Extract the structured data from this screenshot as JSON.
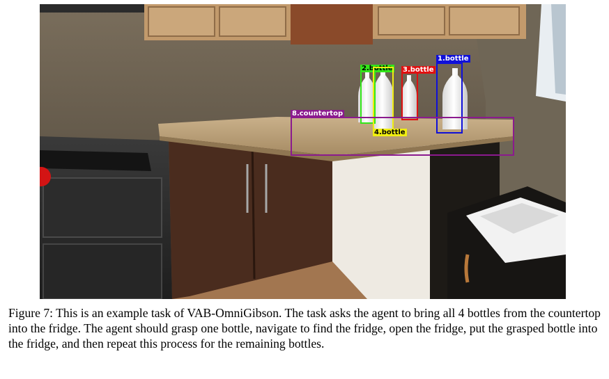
{
  "figure": {
    "detections": [
      {
        "id": "det-1",
        "label": "1.bottle",
        "color": "#1010d8",
        "text_color": "#ffffff"
      },
      {
        "id": "det-2",
        "label": "2.bottle",
        "color": "#33e61a",
        "text_color": "#000000"
      },
      {
        "id": "det-3",
        "label": "3.bottle",
        "color": "#e01010",
        "text_color": "#ffffff"
      },
      {
        "id": "det-4",
        "label": "4.bottle",
        "color": "#f0ee10",
        "text_color": "#000000"
      },
      {
        "id": "det-8",
        "label": "8.countertop",
        "color": "#8b1a8e",
        "text_color": "#ffffff"
      }
    ]
  },
  "caption": {
    "text": "Figure 7: This is an example task of VAB-OmniGibson. The task asks the agent to bring all 4 bottles from the countertop into the fridge. The agent should grasp one bottle, navigate to find the fridge, open the fridge, put the grasped bottle into the fridge, and then repeat this process for the remaining bottles."
  }
}
